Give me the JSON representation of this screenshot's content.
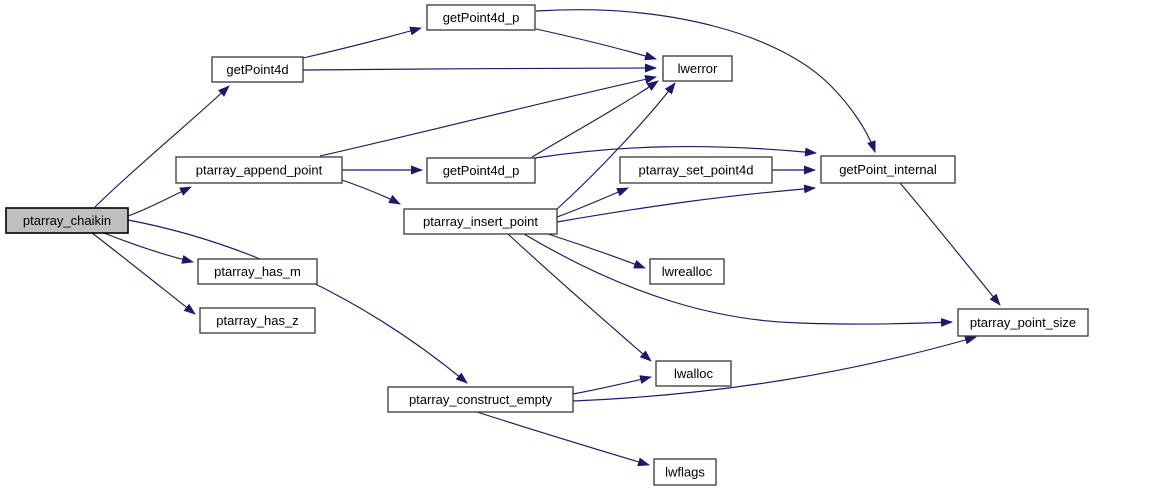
{
  "diagram": {
    "kind": "function-call-graph",
    "highlighted_node": "ptarray_chaikin",
    "colors": {
      "edge": "#191970",
      "node_fill": "#ffffff",
      "node_border": "#373737",
      "highlight_fill": "#bfbfbf",
      "text": "#000000",
      "background": "#ffffff"
    },
    "nodes": [
      {
        "id": "ptarray_chaikin",
        "label": "ptarray_chaikin",
        "highlighted": true
      },
      {
        "id": "getPoint4d",
        "label": "getPoint4d",
        "highlighted": false
      },
      {
        "id": "getPoint4d_p",
        "label": "getPoint4d_p",
        "highlighted": false
      },
      {
        "id": "lwerror",
        "label": "lwerror",
        "highlighted": false
      },
      {
        "id": "ptarray_append_point",
        "label": "ptarray_append_point",
        "highlighted": false
      },
      {
        "id": "getPoint4d_p_2",
        "label": "getPoint4d_p",
        "highlighted": false
      },
      {
        "id": "ptarray_set_point4d",
        "label": "ptarray_set_point4d",
        "highlighted": false
      },
      {
        "id": "getPoint_internal",
        "label": "getPoint_internal",
        "highlighted": false
      },
      {
        "id": "ptarray_insert_point",
        "label": "ptarray_insert_point",
        "highlighted": false
      },
      {
        "id": "lwrealloc",
        "label": "lwrealloc",
        "highlighted": false
      },
      {
        "id": "ptarray_has_m",
        "label": "ptarray_has_m",
        "highlighted": false
      },
      {
        "id": "ptarray_has_z",
        "label": "ptarray_has_z",
        "highlighted": false
      },
      {
        "id": "ptarray_point_size",
        "label": "ptarray_point_size",
        "highlighted": false
      },
      {
        "id": "lwalloc",
        "label": "lwalloc",
        "highlighted": false
      },
      {
        "id": "ptarray_construct_empty",
        "label": "ptarray_construct_empty",
        "highlighted": false
      },
      {
        "id": "lwflags",
        "label": "lwflags",
        "highlighted": false
      }
    ],
    "edges": [
      {
        "from": "ptarray_chaikin",
        "to": "getPoint4d"
      },
      {
        "from": "ptarray_chaikin",
        "to": "ptarray_append_point"
      },
      {
        "from": "ptarray_chaikin",
        "to": "ptarray_construct_empty"
      },
      {
        "from": "ptarray_chaikin",
        "to": "ptarray_has_m"
      },
      {
        "from": "ptarray_chaikin",
        "to": "ptarray_has_z"
      },
      {
        "from": "getPoint4d",
        "to": "getPoint4d_p"
      },
      {
        "from": "getPoint4d",
        "to": "lwerror"
      },
      {
        "from": "getPoint4d_p",
        "to": "lwerror"
      },
      {
        "from": "getPoint4d_p",
        "to": "getPoint_internal"
      },
      {
        "from": "ptarray_append_point",
        "to": "getPoint4d_p_2"
      },
      {
        "from": "ptarray_append_point",
        "to": "lwerror"
      },
      {
        "from": "ptarray_append_point",
        "to": "ptarray_insert_point"
      },
      {
        "from": "getPoint4d_p_2",
        "to": "lwerror"
      },
      {
        "from": "getPoint4d_p_2",
        "to": "getPoint_internal"
      },
      {
        "from": "ptarray_set_point4d",
        "to": "getPoint_internal"
      },
      {
        "from": "ptarray_insert_point",
        "to": "lwerror"
      },
      {
        "from": "ptarray_insert_point",
        "to": "ptarray_set_point4d"
      },
      {
        "from": "ptarray_insert_point",
        "to": "getPoint_internal"
      },
      {
        "from": "ptarray_insert_point",
        "to": "lwrealloc"
      },
      {
        "from": "ptarray_insert_point",
        "to": "lwalloc"
      },
      {
        "from": "ptarray_insert_point",
        "to": "ptarray_point_size"
      },
      {
        "from": "ptarray_construct_empty",
        "to": "lwalloc"
      },
      {
        "from": "ptarray_construct_empty",
        "to": "ptarray_point_size"
      },
      {
        "from": "ptarray_construct_empty",
        "to": "lwflags"
      },
      {
        "from": "getPoint_internal",
        "to": "ptarray_point_size"
      }
    ]
  }
}
